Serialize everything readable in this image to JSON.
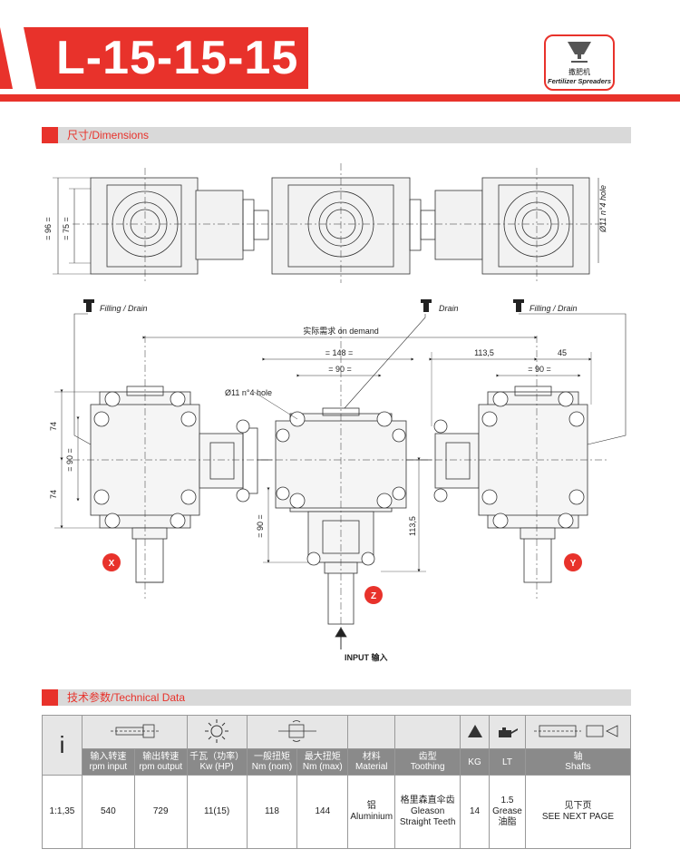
{
  "header": {
    "title": "L-15-15-15",
    "badge_cn": "撒肥机",
    "badge_en": "Fertilizer Spreaders"
  },
  "sections": {
    "dimensions": "尺寸/Dimensions",
    "technical": "技术参数/Technical Data"
  },
  "drawing": {
    "dim_96": "= 96 =",
    "dim_75": "= 75 =",
    "hole_side": "Ø11 n°4 hole",
    "hole_top": "Ø11 n°4 hole",
    "filling_drain": "Filling / Drain",
    "drain": "Drain",
    "filling_drain2": "Filling / Drain",
    "on_demand": "实际需求 on demand",
    "dim_148": "= 148 =",
    "dim_90a": "= 90 =",
    "dim_1135a": "113,5",
    "dim_45": "45",
    "dim_90b": "= 90 =",
    "dim_74a": "74",
    "dim_90c": "= 90 =",
    "dim_74b": "74",
    "dim_90d": "= 90 =",
    "dim_1135b": "113,5",
    "shaft_x": "X",
    "shaft_y": "Y",
    "shaft_z": "Z",
    "input": "INPUT 输入"
  },
  "table": {
    "ratio_symbol": "i",
    "headers": [
      "输入转速\nrpm input",
      "输出转速\nrpm output",
      "千瓦（功率）\nKw (HP)",
      "一般扭矩\nNm (nom)",
      "最大扭矩\nNm (max)",
      "材料\nMaterial",
      "齿型\nToothing",
      "KG",
      "LT",
      "轴\nShafts"
    ],
    "row": {
      "ratio": "1:1,35",
      "rpm_input": "540",
      "rpm_output": "729",
      "kw": "11(15)",
      "nm_nom": "118",
      "nm_max": "144",
      "material_cn": "铝",
      "material_en": "Aluminium",
      "toothing_cn": "格里森直伞齿",
      "toothing_en1": "Gleason",
      "toothing_en2": "Straight Teeth",
      "kg": "14",
      "lt": "1.5",
      "lt2": "Grease",
      "lt3": "油脂",
      "shafts_cn": "见下页",
      "shafts_en": "SEE NEXT PAGE"
    }
  }
}
